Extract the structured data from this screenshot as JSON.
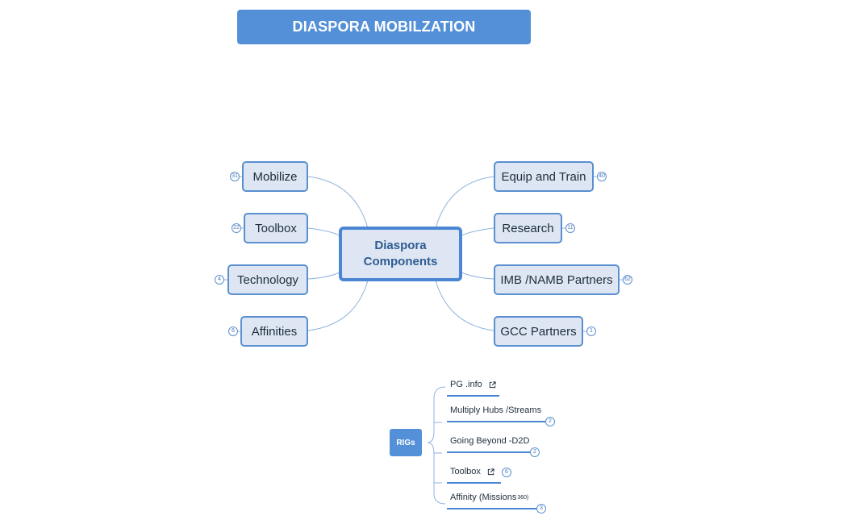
{
  "title": "DIASPORA MOBILZATION",
  "central": "Diaspora Components",
  "nodes": {
    "mobilize": {
      "label": "Mobilize",
      "count": "31"
    },
    "toolbox": {
      "label": "Toolbox",
      "count": "22"
    },
    "technology": {
      "label": "Technology",
      "count": "4"
    },
    "affinities": {
      "label": "Affinities",
      "count": "6"
    },
    "equip": {
      "label": "Equip and Train",
      "count": "40"
    },
    "research": {
      "label": "Research",
      "count": "11"
    },
    "partners": {
      "label": "IMB /NAMB Partners",
      "count": "62"
    },
    "gcc": {
      "label": "GCC Partners",
      "count": "1"
    }
  },
  "rigs": {
    "label": "RIGs",
    "items": [
      {
        "label": "PG .info",
        "external_link": true
      },
      {
        "label": "Multiply Hubs /Streams",
        "count": "2"
      },
      {
        "label": "Going Beyond -D2D",
        "count": "2"
      },
      {
        "label": "Toolbox",
        "external_link": true,
        "count": "6"
      },
      {
        "label": "Affinity (Missions",
        "suffix": "360)",
        "count": "3"
      }
    ]
  },
  "colors": {
    "accent": "#5490d8",
    "node_fill": "#dde6f2",
    "node_border": "#5a8fd0"
  },
  "icons": {
    "external": "external-link-icon",
    "count": "count-badge"
  }
}
